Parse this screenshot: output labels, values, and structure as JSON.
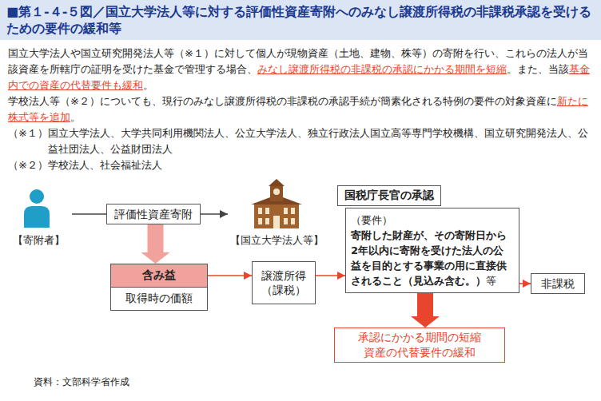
{
  "diagram": {
    "title": "■第１-４-５図／国立大学法人等に対する評価性資産寄附へのみなし譲渡所得税の非課税承認を受けるための要件の緩和等",
    "caption": "資料：文部科学省作成",
    "nodes": [
      {
        "text": [
          "【寄附者】"
        ]
      },
      {
        "text": [
          "評価性資産寄附"
        ]
      },
      {
        "text": [
          "【国立大学法人等】"
        ]
      },
      {
        "text": [
          "含み益",
          "取得時の価額"
        ]
      },
      {
        "text": [
          "譲渡所得 （課税）"
        ]
      },
      {
        "text": [
          "国税庁長官の承認",
          "（要件）",
          "寄附した財産が、その寄附日から2年以内に寄附を受けた法人の公益を目的とする事業の用に直接供されること（見込み含む。）",
          "等"
        ]
      },
      {
        "text": [
          "非課税"
        ]
      },
      {
        "text": [
          "承認にかかる期間の短縮",
          "資産の代替要件の緩和"
        ]
      }
    ],
    "edges": [
      {
        "from": 0,
        "to": 1,
        "arrow": "none"
      },
      {
        "from": 1,
        "to": 2,
        "arrow": "to"
      },
      {
        "from": 1,
        "to": 3,
        "arrow": "to"
      },
      {
        "from": 3,
        "to": 4,
        "arrow": "to"
      },
      {
        "from": 4,
        "to": 5,
        "arrow": "to"
      },
      {
        "from": 5,
        "to": 6,
        "arrow": "to"
      },
      {
        "from": 5,
        "to": 7,
        "arrow": "to"
      }
    ],
    "labels": [
      "国立大学法人や国立研究開発法人等（※１）に対して個人が現物資産（土地、建物、株等）の寄附を行い、これらの法人が当該資産を所轄庁の証明を受けた基金で管理する場合、",
      "みなし譲渡所得税の非課税の承認にかかる期間を短縮",
      "。また、当該",
      "基金内での資産の代替要件も緩和",
      "。",
      "学校法人等（※２）についても、現行のみなし譲渡所得税の非課税の承認手続が簡素化される特例の要件の対象資産に",
      "新たに株式等を追加",
      "。",
      "（※１）",
      "国立大学法人、大学共同利用機関法人、公立大学法人、独立行政法人国立高等専門学校機構、国立研究開発法人、公益社団法人、公益財団法人",
      "（※２）",
      "学校法人、社会福祉法人"
    ]
  }
}
